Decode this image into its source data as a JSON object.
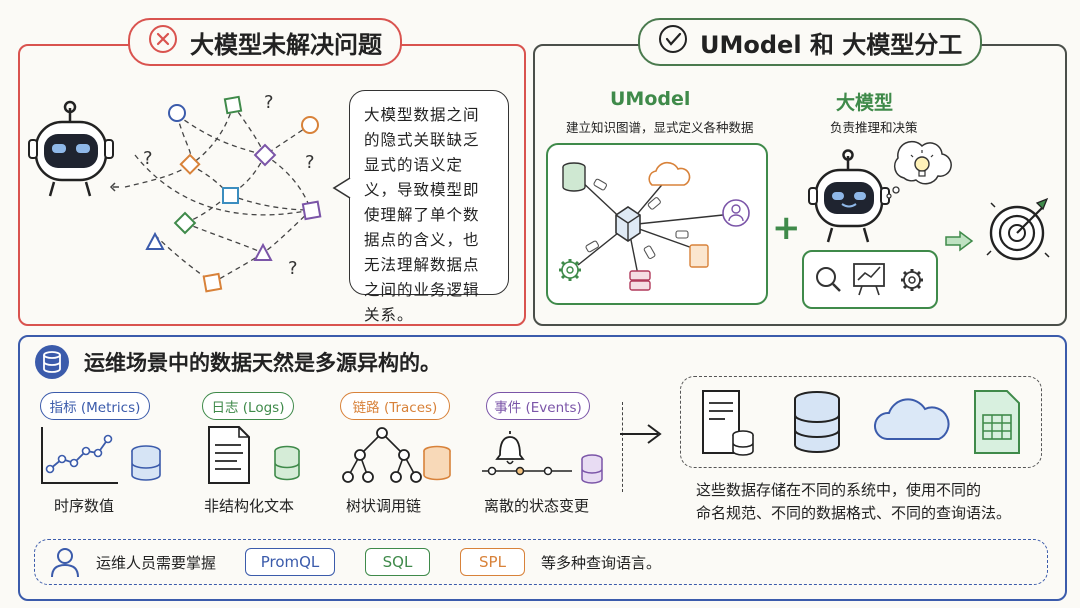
{
  "left_panel": {
    "title": "大模型未解决问题",
    "description": "大模型数据之间的隐式关联缺乏显式的语义定义，导致模型即使理解了单个数据点的含义，也无法理解数据点之间的业务逻辑关系。",
    "question_mark": "?"
  },
  "right_panel": {
    "title": "UModel 和 大模型分工",
    "umodel_title": "UModel",
    "umodel_desc": "建立知识图谱，显式定义各种数据",
    "llm_title": "大模型",
    "llm_desc": "负责推理和决策",
    "plus": "+"
  },
  "bottom_panel": {
    "title": "运维场景中的数据天然是多源异构的。",
    "categories": [
      {
        "label": "指标 (Metrics)",
        "caption": "时序数值",
        "color": "#3b5bab"
      },
      {
        "label": "日志 (Logs)",
        "caption": "非结构化文本",
        "color": "#3f8a4a"
      },
      {
        "label": "链路 (Traces)",
        "caption": "树状调用链",
        "color": "#d8823a"
      },
      {
        "label": "事件 (Events)",
        "caption": "离散的状态变更",
        "color": "#7b55a8"
      }
    ],
    "storage_note_line1": "这些数据存储在不同的系统中，使用不同的",
    "storage_note_line2": "命名规范、不同的数据格式、不同的查询语法。",
    "ops_prefix": "运维人员需要掌握",
    "query_languages": [
      {
        "name": "PromQL",
        "color": "#3b5bab"
      },
      {
        "name": "SQL",
        "color": "#3f8a4a"
      },
      {
        "name": "SPL",
        "color": "#d8823a"
      }
    ],
    "ops_suffix": "等多种查询语言。"
  },
  "colors": {
    "red": "#d9534f",
    "green": "#4a7a4e",
    "blue": "#3b5bab"
  }
}
